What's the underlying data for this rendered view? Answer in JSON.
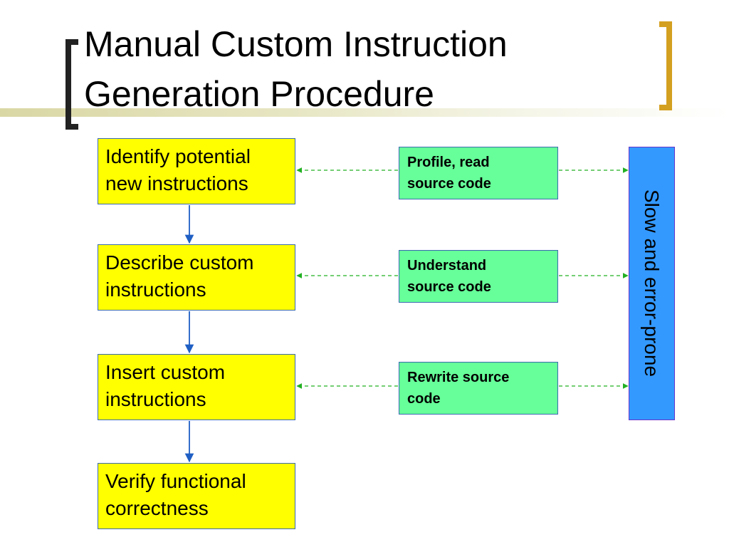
{
  "slide": {
    "title_lines": [
      "Manual Custom Instruction",
      "Generation Procedure"
    ]
  },
  "steps": [
    {
      "lines": [
        "Identify potential",
        "new instructions"
      ]
    },
    {
      "lines": [
        "Describe custom",
        "instructions"
      ]
    },
    {
      "lines": [
        "Insert custom",
        "instructions"
      ]
    },
    {
      "lines": [
        "Verify functional",
        "correctness"
      ]
    }
  ],
  "tasks": [
    {
      "lines": [
        "Profile, read",
        "source code"
      ]
    },
    {
      "lines": [
        "Understand",
        "source code"
      ]
    },
    {
      "lines": [
        "Rewrite source",
        "code"
      ]
    }
  ],
  "sidebar": {
    "label": "Slow and error-prone"
  },
  "colors": {
    "step_fill": "#ffff00",
    "task_fill": "#66ff99",
    "sidebar_fill": "#3399ff",
    "flow_arrow": "#1f5fc4",
    "dashed_arrow": "#22b022",
    "accent_bracket": "#d4a020"
  }
}
